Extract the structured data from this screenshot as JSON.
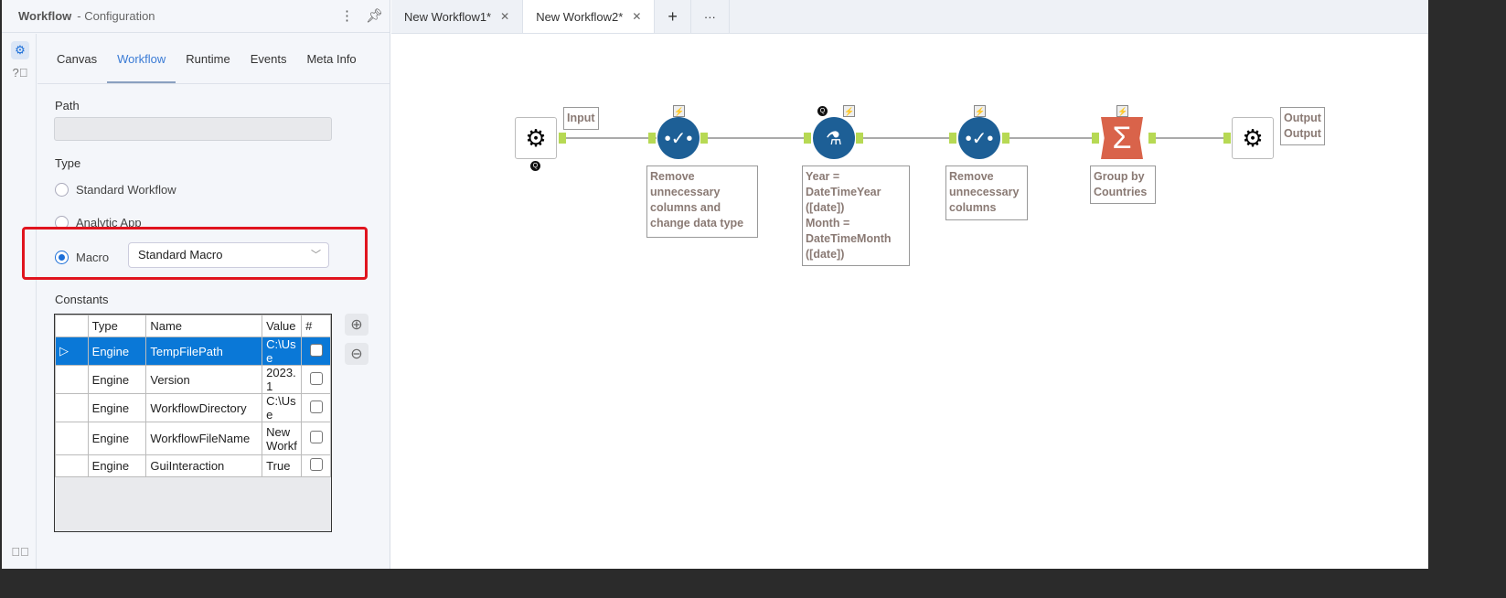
{
  "panel": {
    "title": "Workflow",
    "subtitle": "- Configuration"
  },
  "config_tabs": [
    "Canvas",
    "Workflow",
    "Runtime",
    "Events",
    "Meta Info"
  ],
  "path": {
    "label": "Path",
    "value": ""
  },
  "type": {
    "label": "Type",
    "options": [
      "Standard Workflow",
      "Analytic App",
      "Macro"
    ],
    "selected": "Macro",
    "macro_type": "Standard Macro"
  },
  "constants": {
    "label": "Constants",
    "headers": [
      "",
      "Type",
      "Name",
      "Value",
      "#"
    ],
    "rows": [
      {
        "type": "Engine",
        "name": "TempFilePath",
        "value": "C:\\Use",
        "selected": true
      },
      {
        "type": "Engine",
        "name": "Version",
        "value": "2023.1"
      },
      {
        "type": "Engine",
        "name": "WorkflowDirectory",
        "value": "C:\\Use"
      },
      {
        "type": "Engine",
        "name": "WorkflowFileName",
        "value": "New Workf"
      },
      {
        "type": "Engine",
        "name": "GuiInteraction",
        "value": "True"
      }
    ]
  },
  "doc_tabs": [
    {
      "label": "New Workflow1*"
    },
    {
      "label": "New Workflow2*",
      "active": true
    }
  ],
  "workflow": {
    "input_label": "Input",
    "output_label1": "Output",
    "output_label2": "Output",
    "select1": "Remove unnecessary columns and change data type",
    "formula": [
      "Year =",
      "DateTimeYear",
      "([date])",
      "Month =",
      "DateTimeMonth",
      "([date])"
    ],
    "select2": "Remove unnecessary columns",
    "summarize": "Group by Countries"
  },
  "colors": {
    "accent": "#0a78d7",
    "highlight": "#e0141e",
    "tool_blue": "#1d5f96",
    "summarize": "#d9634a",
    "anchor": "#b7d954"
  }
}
